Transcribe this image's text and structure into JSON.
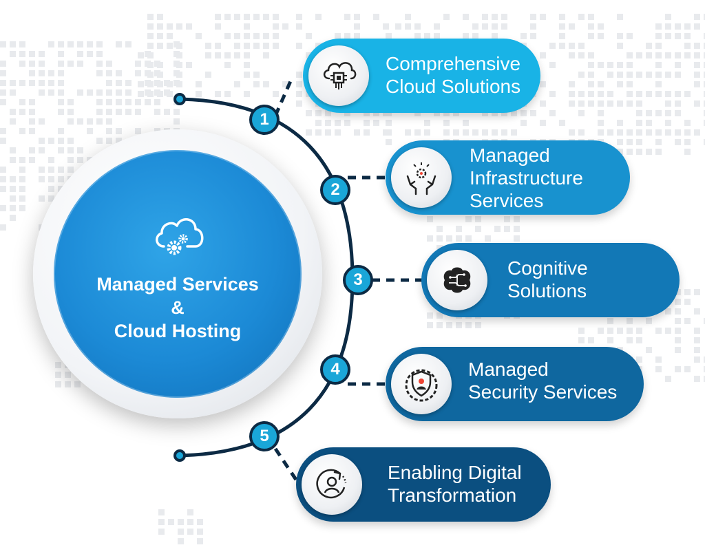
{
  "hub": {
    "title_line1": "Managed Services",
    "title_line2": "&",
    "title_line3": "Cloud Hosting",
    "icon": "cloud-gears-icon"
  },
  "items": [
    {
      "number": "1",
      "line1": "Comprehensive",
      "line2": "Cloud Solutions",
      "line3": "",
      "icon": "cloud-chip-icon",
      "color": "#19b3e6"
    },
    {
      "number": "2",
      "line1": "Managed",
      "line2": "Infrastructure",
      "line3": "Services",
      "icon": "hands-gear-icon",
      "color": "#1892cf"
    },
    {
      "number": "3",
      "line1": "Cognitive",
      "line2": "Solutions",
      "line3": "",
      "icon": "brain-circuit-icon",
      "color": "#1278b6"
    },
    {
      "number": "4",
      "line1": "Managed",
      "line2": "Security Services",
      "line3": "",
      "icon": "shield-gear-icon",
      "color": "#0f679f"
    },
    {
      "number": "5",
      "line1": "Enabling Digital",
      "line2": "Transformation",
      "line3": "",
      "icon": "user-refresh-icon",
      "color": "#0b4f80"
    }
  ],
  "colors": {
    "arc": "#0c2a44",
    "number_fill": "#1aa6d8",
    "hub": "#1c8ad6",
    "map_dots": "#e8eaed"
  }
}
